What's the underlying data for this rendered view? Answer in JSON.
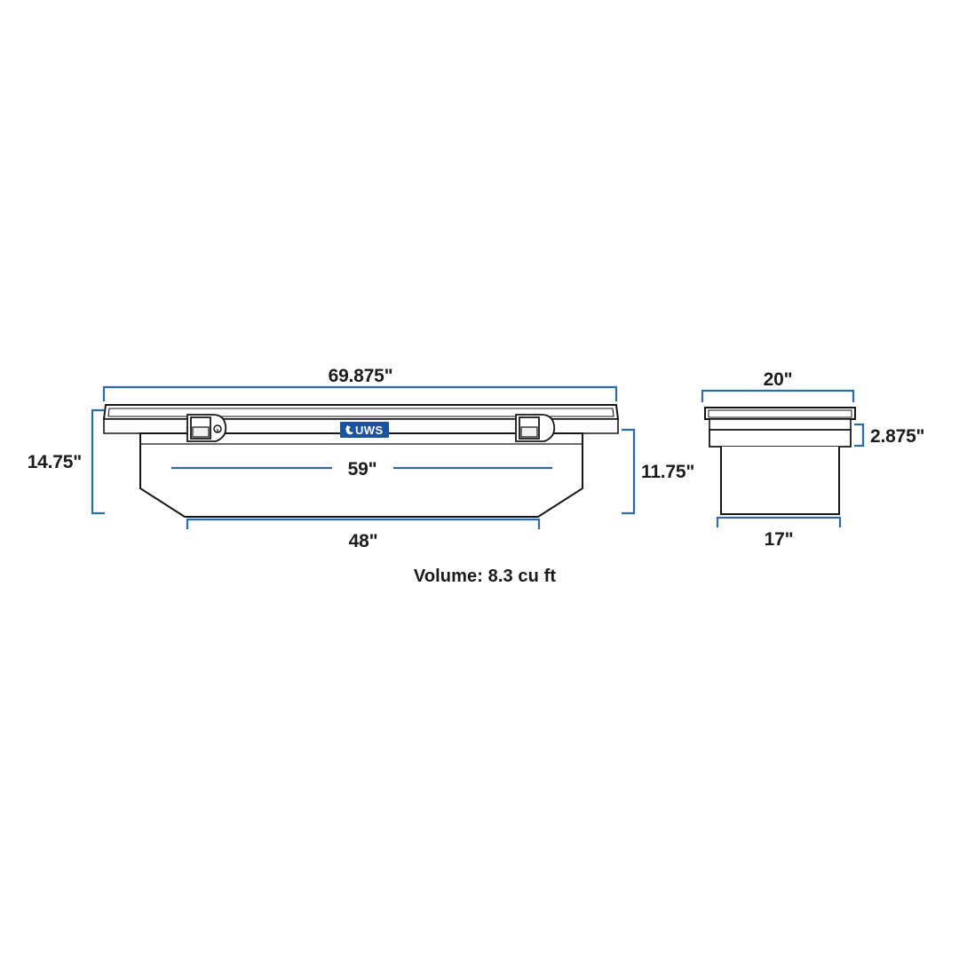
{
  "page": {
    "background_color": "#ffffff",
    "line_color": "#161616",
    "dimension_color": "#2d6ca8",
    "brand_color": "#1a51a3"
  },
  "drawing": {
    "title_note": "Volume: 8.3 cu ft",
    "brand_logo": {
      "name": "uws-logo",
      "text": "UWS",
      "background": "#1a51a3",
      "mark": "swoosh-mark"
    },
    "front_view": {
      "name": "front-view",
      "dimensions": {
        "overall_width": "69.875\"",
        "overall_height": "14.75\"",
        "body_height": "11.75\"",
        "interior_width": "59\"",
        "base_width": "48\""
      },
      "hardware": [
        {
          "name": "latch-left",
          "type": "paddle-latch-with-lock"
        },
        {
          "name": "latch-right",
          "type": "paddle-latch"
        }
      ]
    },
    "side_view": {
      "name": "side-view",
      "dimensions": {
        "overall_depth": "20\"",
        "lid_height": "2.875\"",
        "base_depth": "17\""
      }
    }
  }
}
